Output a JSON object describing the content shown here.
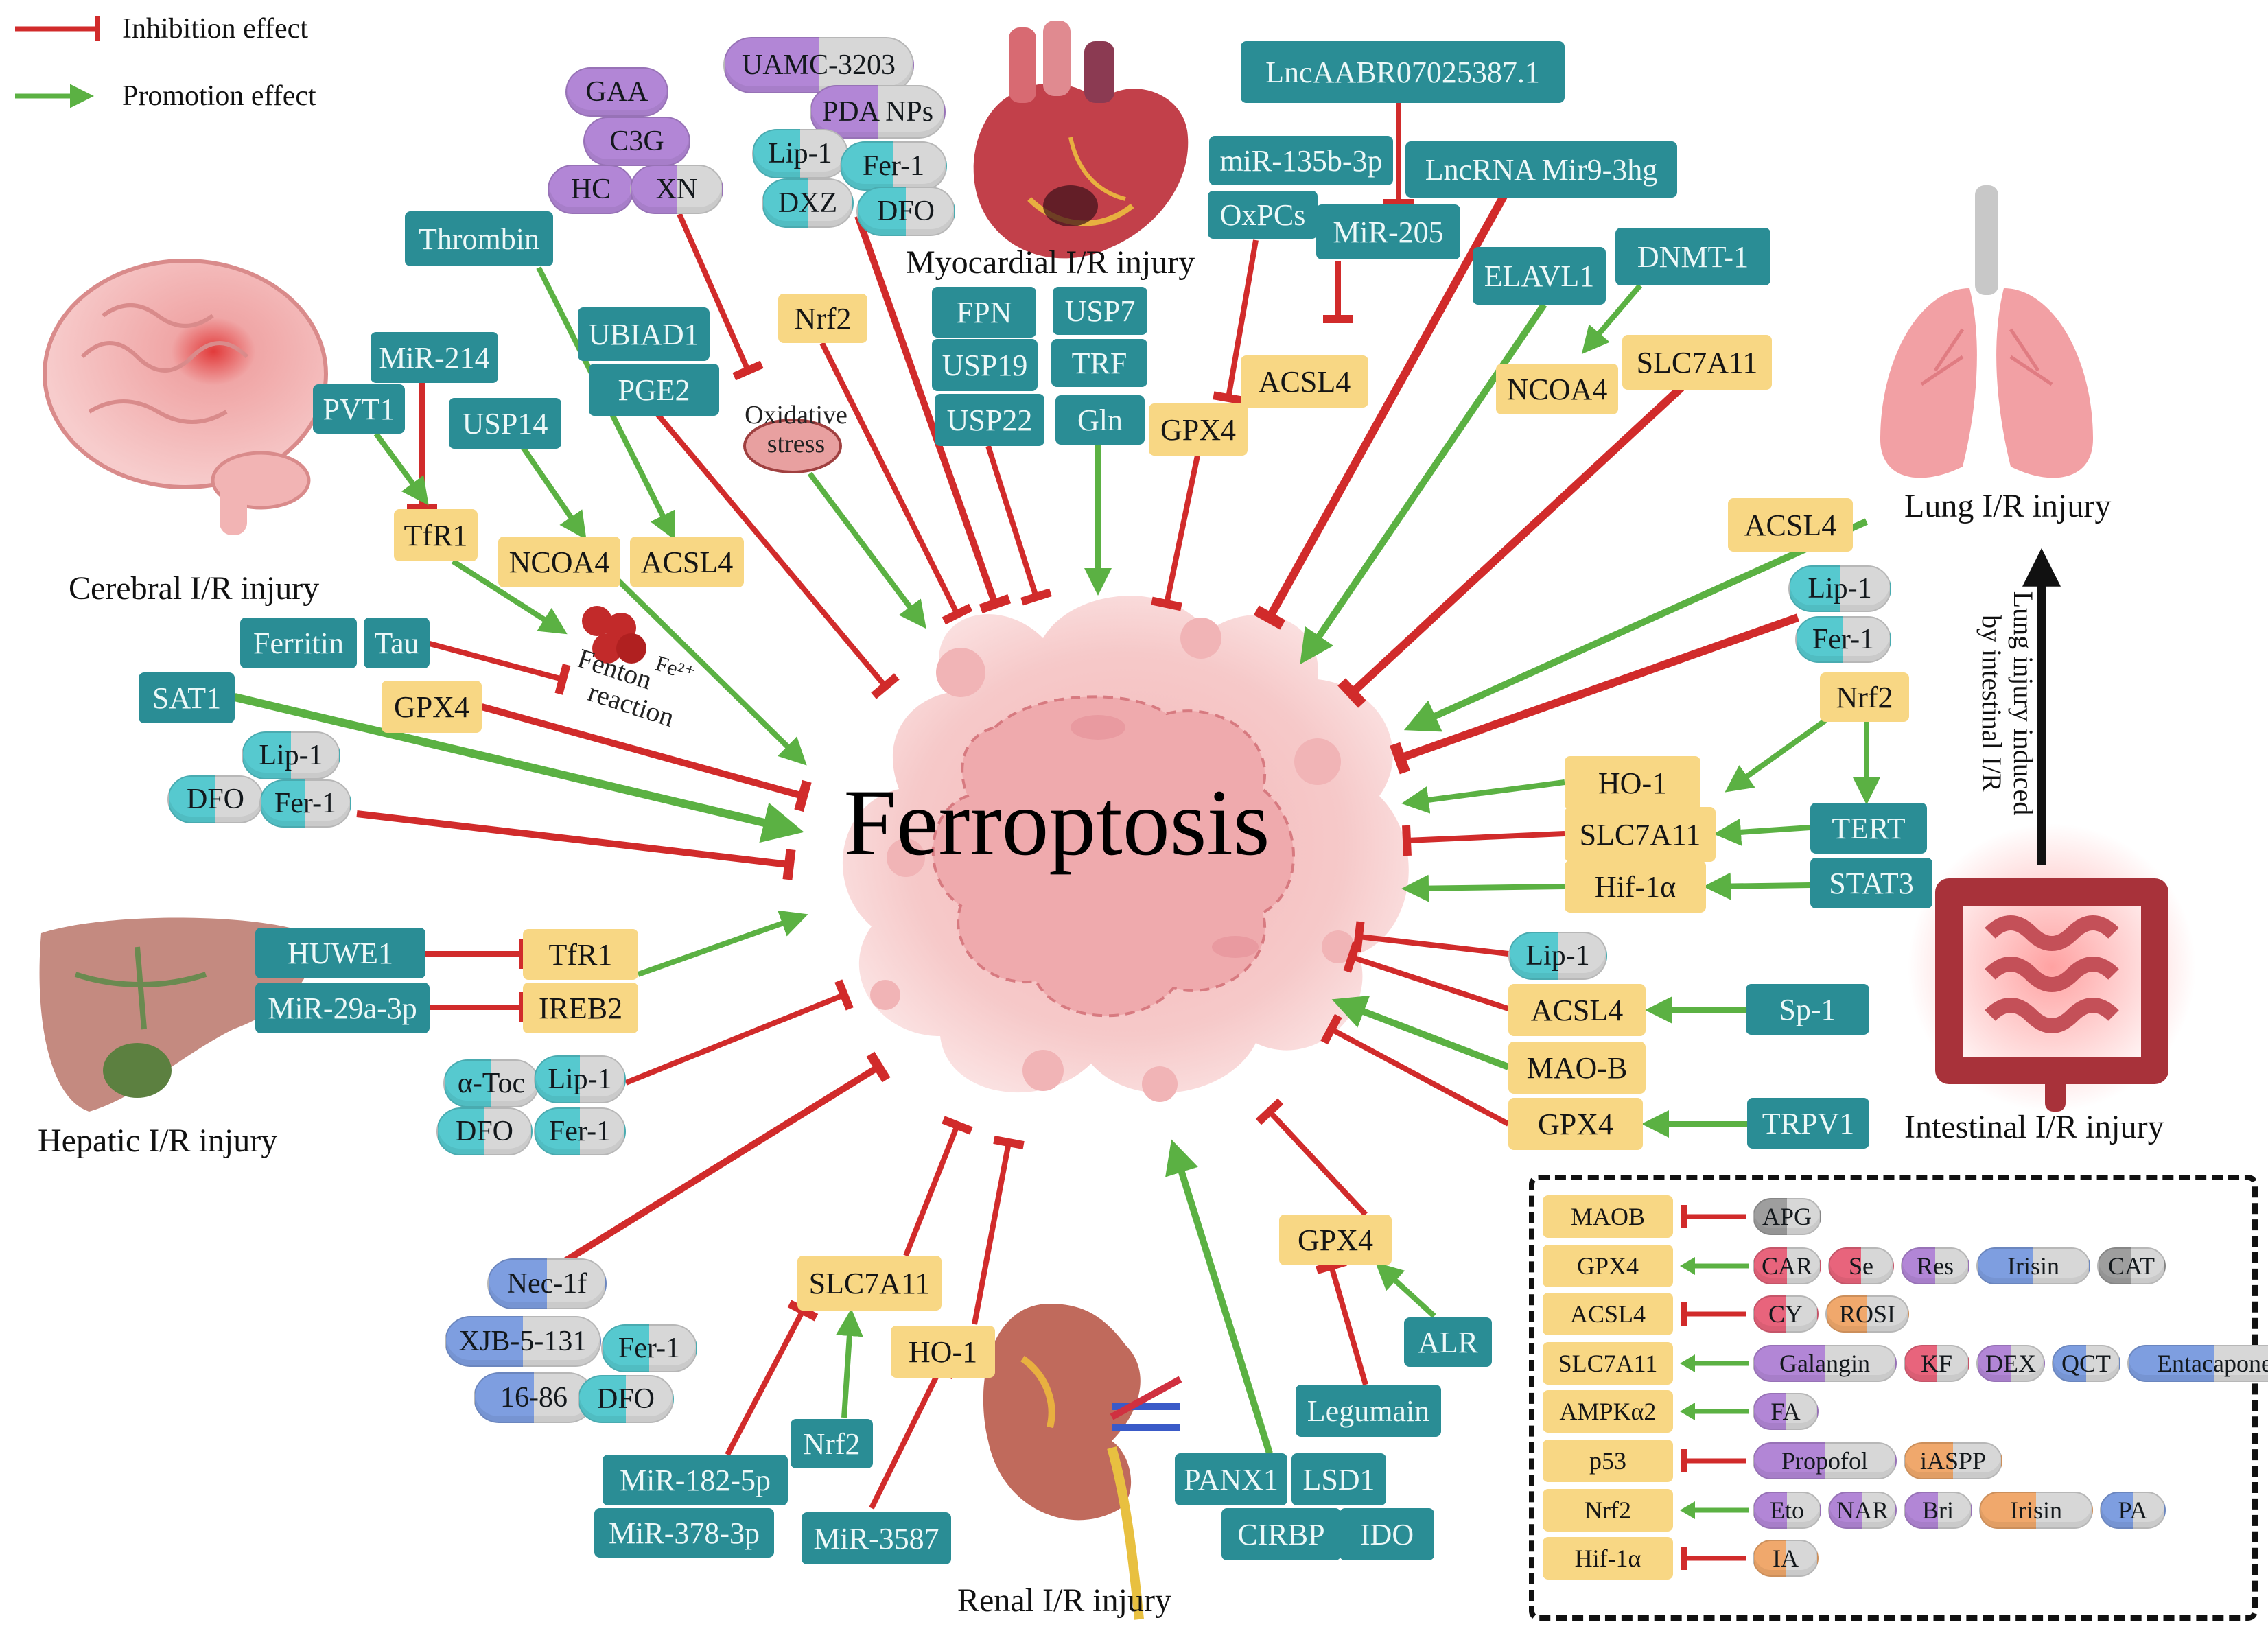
{
  "colors": {
    "teal": "#2a8d95",
    "yellow": "#f8d784",
    "inhibition": "#d12b2b",
    "promotion": "#5bb143",
    "cell": "#f4c3c3"
  },
  "title": "Ferroptosis",
  "legend": {
    "inhibition": "Inhibition effect",
    "promotion": "Promotion effect"
  },
  "organs": {
    "myocardial": "Myocardial I/R injury",
    "cerebral": "Cerebral I/R injury",
    "hepatic": "Hepatic I/R injury",
    "renal": "Renal I/R injury",
    "lung": "Lung I/R injury",
    "intestinal": "Intestinal I/R injury",
    "lung_injury_note": [
      "Lung injury induced",
      "by intestinal I/R"
    ]
  },
  "annotations": {
    "oxidative": [
      "Oxidative",
      "stress"
    ],
    "fenton": [
      "Fenton",
      "reaction"
    ],
    "fe": "Fe²⁺"
  },
  "boxes": [
    {
      "id": "lncaabr",
      "text": "LncAABR07025387.1",
      "color": "teal"
    },
    {
      "id": "mir135b",
      "text": "miR-135b-3p",
      "color": "teal"
    },
    {
      "id": "lncmir9",
      "text": "LncRNA Mir9-3hg",
      "color": "teal"
    },
    {
      "id": "oxpcs",
      "text": "OxPCs",
      "color": "teal"
    },
    {
      "id": "mir205",
      "text": "MiR-205",
      "color": "teal"
    },
    {
      "id": "elavl1",
      "text": "ELAVL1",
      "color": "teal"
    },
    {
      "id": "dnmt1",
      "text": "DNMT-1",
      "color": "teal"
    },
    {
      "id": "thrombin",
      "text": "Thrombin",
      "color": "teal"
    },
    {
      "id": "mir214",
      "text": "MiR-214",
      "color": "teal"
    },
    {
      "id": "pvt1",
      "text": "PVT1",
      "color": "teal"
    },
    {
      "id": "usp14",
      "text": "USP14",
      "color": "teal"
    },
    {
      "id": "ubiad1",
      "text": "UBIAD1",
      "color": "teal"
    },
    {
      "id": "pge2",
      "text": "PGE2",
      "color": "teal"
    },
    {
      "id": "nrf2_top",
      "text": "Nrf2",
      "color": "yellow"
    },
    {
      "id": "fpn",
      "text": "FPN",
      "color": "teal"
    },
    {
      "id": "usp7",
      "text": "USP7",
      "color": "teal"
    },
    {
      "id": "usp19",
      "text": "USP19",
      "color": "teal"
    },
    {
      "id": "trf",
      "text": "TRF",
      "color": "teal"
    },
    {
      "id": "usp22",
      "text": "USP22",
      "color": "teal"
    },
    {
      "id": "gln",
      "text": "Gln",
      "color": "teal"
    },
    {
      "id": "gpx4_top",
      "text": "GPX4",
      "color": "yellow"
    },
    {
      "id": "acsl4_top",
      "text": "ACSL4",
      "color": "yellow"
    },
    {
      "id": "ncoa4_r",
      "text": "NCOA4",
      "color": "yellow"
    },
    {
      "id": "slc7a11_top",
      "text": "SLC7A11",
      "color": "yellow"
    },
    {
      "id": "tfr1_c",
      "text": "TfR1",
      "color": "yellow"
    },
    {
      "id": "ncoa4_c",
      "text": "NCOA4",
      "color": "yellow"
    },
    {
      "id": "acsl4_c",
      "text": "ACSL4",
      "color": "yellow"
    },
    {
      "id": "ferritin",
      "text": "Ferritin",
      "color": "teal"
    },
    {
      "id": "tau",
      "text": "Tau",
      "color": "teal"
    },
    {
      "id": "sat1",
      "text": "SAT1",
      "color": "teal"
    },
    {
      "id": "gpx4_c",
      "text": "GPX4",
      "color": "yellow"
    },
    {
      "id": "huwe1",
      "text": "HUWE1",
      "color": "teal"
    },
    {
      "id": "mir29a",
      "text": "MiR-29a-3p",
      "color": "teal"
    },
    {
      "id": "tfr1_h",
      "text": "TfR1",
      "color": "yellow"
    },
    {
      "id": "ireb2",
      "text": "IREB2",
      "color": "yellow"
    },
    {
      "id": "acsl4_ri",
      "text": "ACSL4",
      "color": "yellow"
    },
    {
      "id": "nrf2_i",
      "text": "Nrf2",
      "color": "yellow"
    },
    {
      "id": "ho1_i",
      "text": "HO-1",
      "color": "yellow"
    },
    {
      "id": "slc7a11_i",
      "text": "SLC7A11",
      "color": "yellow"
    },
    {
      "id": "hif1a_i",
      "text": "Hif-1α",
      "color": "yellow"
    },
    {
      "id": "tert",
      "text": "TERT",
      "color": "teal"
    },
    {
      "id": "stat3",
      "text": "STAT3",
      "color": "teal"
    },
    {
      "id": "acsl4_i2",
      "text": "ACSL4",
      "color": "yellow"
    },
    {
      "id": "sp1",
      "text": "Sp-1",
      "color": "teal"
    },
    {
      "id": "maob_i",
      "text": "MAO-B",
      "color": "yellow"
    },
    {
      "id": "gpx4_i",
      "text": "GPX4",
      "color": "yellow"
    },
    {
      "id": "trpv1",
      "text": "TRPV1",
      "color": "teal"
    },
    {
      "id": "gpx4_r",
      "text": "GPX4",
      "color": "yellow"
    },
    {
      "id": "alr",
      "text": "ALR",
      "color": "teal"
    },
    {
      "id": "legumain",
      "text": "Legumain",
      "color": "teal"
    },
    {
      "id": "slc7a11_r",
      "text": "SLC7A11",
      "color": "yellow"
    },
    {
      "id": "ho1_r",
      "text": "HO-1",
      "color": "yellow"
    },
    {
      "id": "nrf2_r",
      "text": "Nrf2",
      "color": "teal"
    },
    {
      "id": "mir182",
      "text": "MiR-182-5p",
      "color": "teal"
    },
    {
      "id": "mir378",
      "text": "MiR-378-3p",
      "color": "teal"
    },
    {
      "id": "mir3587",
      "text": "MiR-3587",
      "color": "teal"
    },
    {
      "id": "panx1",
      "text": "PANX1",
      "color": "teal"
    },
    {
      "id": "lsd1",
      "text": "LSD1",
      "color": "teal"
    },
    {
      "id": "cirbp",
      "text": "CIRBP",
      "color": "teal"
    },
    {
      "id": "ido",
      "text": "IDO",
      "color": "teal"
    }
  ],
  "pills": [
    {
      "id": "uamc",
      "text": "UAMC-3203",
      "left": "#b286d6",
      "right": "#d7d7d7"
    },
    {
      "id": "pdanps",
      "text": "PDA NPs",
      "left": "#b286d6",
      "right": "#d7d7d7"
    },
    {
      "id": "gaa",
      "text": "GAA",
      "left": "#b286d6",
      "right": "#b286d6"
    },
    {
      "id": "c3g",
      "text": "C3G",
      "left": "#b286d6",
      "right": "#b286d6"
    },
    {
      "id": "hc",
      "text": "HC",
      "left": "#b286d6",
      "right": "#b286d6"
    },
    {
      "id": "xn",
      "text": "XN",
      "left": "#b286d6",
      "right": "#d7d7d7"
    },
    {
      "id": "lip1_m",
      "text": "Lip-1",
      "left": "#56c9cf",
      "right": "#d7d7d7"
    },
    {
      "id": "fer1_m",
      "text": "Fer-1",
      "left": "#56c9cf",
      "right": "#d7d7d7"
    },
    {
      "id": "dxz",
      "text": "DXZ",
      "left": "#56c9cf",
      "right": "#d7d7d7"
    },
    {
      "id": "dfo_m",
      "text": "DFO",
      "left": "#56c9cf",
      "right": "#d7d7d7"
    },
    {
      "id": "lip1_c",
      "text": "Lip-1",
      "left": "#56c9cf",
      "right": "#d7d7d7"
    },
    {
      "id": "dfo_c",
      "text": "DFO",
      "left": "#56c9cf",
      "right": "#d7d7d7"
    },
    {
      "id": "fer1_c",
      "text": "Fer-1",
      "left": "#56c9cf",
      "right": "#d7d7d7"
    },
    {
      "id": "atoc",
      "text": "α-Toc",
      "left": "#56c9cf",
      "right": "#d7d7d7"
    },
    {
      "id": "lip1_h",
      "text": "Lip-1",
      "left": "#56c9cf",
      "right": "#d7d7d7"
    },
    {
      "id": "dfo_h",
      "text": "DFO",
      "left": "#56c9cf",
      "right": "#d7d7d7"
    },
    {
      "id": "fer1_h",
      "text": "Fer-1",
      "left": "#56c9cf",
      "right": "#d7d7d7"
    },
    {
      "id": "lip1_i",
      "text": "Lip-1",
      "left": "#56c9cf",
      "right": "#d7d7d7"
    },
    {
      "id": "fer1_i",
      "text": "Fer-1",
      "left": "#56c9cf",
      "right": "#d7d7d7"
    },
    {
      "id": "lip1_i2",
      "text": "Lip-1",
      "left": "#56c9cf",
      "right": "#d7d7d7"
    },
    {
      "id": "nec1f",
      "text": "Nec-1f",
      "left": "#7e9ee0",
      "right": "#d7d7d7"
    },
    {
      "id": "xjb",
      "text": "XJB-5-131",
      "left": "#7e9ee0",
      "right": "#d7d7d7"
    },
    {
      "id": "fer1_k",
      "text": "Fer-1",
      "left": "#56c9cf",
      "right": "#d7d7d7"
    },
    {
      "id": "s1686",
      "text": "16-86",
      "left": "#7e9ee0",
      "right": "#d7d7d7"
    },
    {
      "id": "dfo_k",
      "text": "DFO",
      "left": "#56c9cf",
      "right": "#d7d7d7"
    }
  ],
  "inset": {
    "rows": [
      {
        "target": "MAOB",
        "effect": "inhibition",
        "drugs": [
          {
            "t": "APG",
            "c": "#9e9e9e"
          }
        ]
      },
      {
        "target": "GPX4",
        "effect": "promotion",
        "drugs": [
          {
            "t": "CAR",
            "c": "#e8647c"
          },
          {
            "t": "Se",
            "c": "#e8647c"
          },
          {
            "t": "Res",
            "c": "#b286d6"
          },
          {
            "t": "Irisin",
            "c": "#7e9ee0"
          },
          {
            "t": "CAT",
            "c": "#9e9e9e"
          }
        ]
      },
      {
        "target": "ACSL4",
        "effect": "inhibition",
        "drugs": [
          {
            "t": "CY",
            "c": "#e8647c"
          },
          {
            "t": "ROSI",
            "c": "#f0a86c"
          }
        ]
      },
      {
        "target": "SLC7A11",
        "effect": "promotion",
        "drugs": [
          {
            "t": "Galangin",
            "c": "#b286d6"
          },
          {
            "t": "KF",
            "c": "#e8647c"
          },
          {
            "t": "DEX",
            "c": "#b286d6"
          },
          {
            "t": "QCT",
            "c": "#7e9ee0"
          },
          {
            "t": "Entacapone",
            "c": "#7e9ee0"
          }
        ]
      },
      {
        "target": "AMPKα2",
        "effect": "promotion",
        "drugs": [
          {
            "t": "FA",
            "c": "#b286d6"
          }
        ]
      },
      {
        "target": "p53",
        "effect": "inhibition",
        "drugs": [
          {
            "t": "Propofol",
            "c": "#b286d6"
          },
          {
            "t": "iASPP",
            "c": "#f0a86c"
          }
        ]
      },
      {
        "target": "Nrf2",
        "effect": "promotion",
        "drugs": [
          {
            "t": "Eto",
            "c": "#b286d6"
          },
          {
            "t": "NAR",
            "c": "#b286d6"
          },
          {
            "t": "Bri",
            "c": "#b286d6"
          },
          {
            "t": "Irisin",
            "c": "#f0a86c"
          },
          {
            "t": "PA",
            "c": "#7e9ee0"
          }
        ]
      },
      {
        "target": "Hif-1α",
        "effect": "inhibition",
        "drugs": [
          {
            "t": "IA",
            "c": "#f0a86c"
          }
        ]
      }
    ]
  }
}
